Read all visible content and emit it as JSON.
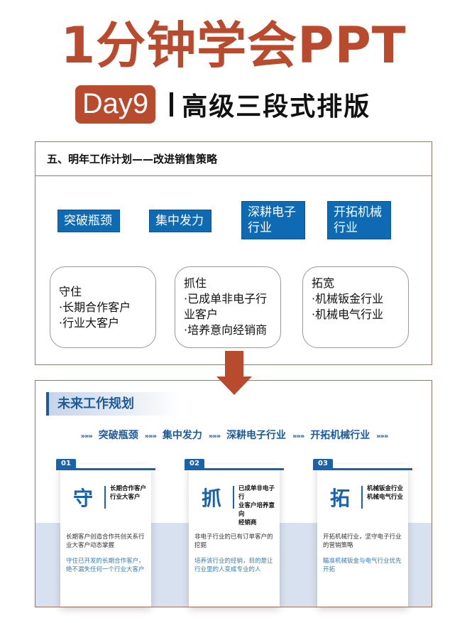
{
  "header": {
    "title": "1分钟学会PPT",
    "day_badge": "Day9",
    "subtitle": "高级三段式排版"
  },
  "colors": {
    "brand_red": "#b84a2e",
    "blue_box": "#0f6ab4",
    "plan_blue": "#1d5a9a",
    "slide_border": "#a27563",
    "card_bg_band": "#d8e1ef"
  },
  "before_slide": {
    "heading": "五、明年工作计划——改进销售策略",
    "strategies": [
      "突破瓶颈",
      "集中发力",
      "深耕电子\n行业",
      "开拓机械\n行业"
    ],
    "strategy_lines": [
      [
        "突破瓶颈"
      ],
      [
        "集中发力"
      ],
      [
        "深耕电子",
        "行业"
      ],
      [
        "开拓机械",
        "行业"
      ]
    ],
    "boxes": [
      {
        "title": "守住",
        "lines": [
          "·长期合作客户",
          "·行业大客户"
        ]
      },
      {
        "title": "抓住",
        "lines": [
          "·已成单非电子行",
          "业客户",
          "·培养意向经销商"
        ]
      },
      {
        "title": "拓宽",
        "lines": [
          "·机械钣金行业",
          "·机械电气行业"
        ]
      }
    ]
  },
  "arrow": {
    "icon": "down-arrow-icon",
    "color": "#b84a2e"
  },
  "after_slide": {
    "section_title": "未来工作规划",
    "steps": [
      "突破瓶颈",
      "集中发力",
      "深耕电子行业",
      "开拓机械行业"
    ],
    "chevron": "»»»",
    "cards": [
      {
        "number": "01",
        "char": "守",
        "keys": [
          "长期合作客户",
          "行业大客户"
        ],
        "desc": "长期客户创造合作共创关系行业大客户动态掌握",
        "goal": "守住已开发的长期合作客户，绝不漏失任何一个行业大客户"
      },
      {
        "number": "02",
        "char": "抓",
        "keys": [
          "已成单非电子行",
          "业客户培养意向",
          "经销商"
        ],
        "desc": "非电子行业的已有订单客户的挖掘",
        "goal": "培养该行业的经销，目的是让行业里的人变成专业的人"
      },
      {
        "number": "03",
        "char": "拓",
        "keys": [
          "机械钣金行业",
          "机械电气行业"
        ],
        "desc": "开拓机械行业，坚守电子行业的营销策略",
        "goal": "瞄准机械钣金与电气行业优先开拓"
      }
    ]
  }
}
